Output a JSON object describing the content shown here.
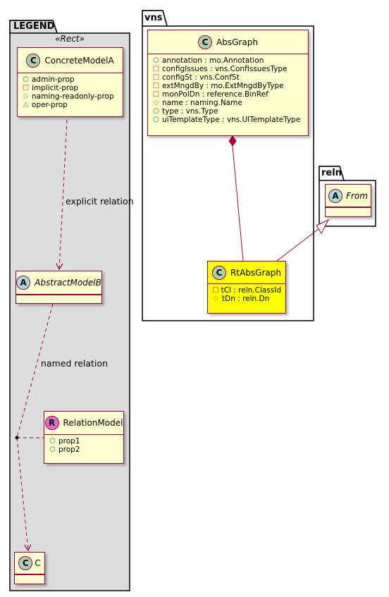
{
  "packages": {
    "legend": {
      "name": "LEGEND",
      "stereotype": "«Rect»"
    },
    "vns": {
      "name": "vns"
    },
    "reln": {
      "name": "reln"
    }
  },
  "classes": {
    "concrete_model_a": {
      "badge": "C",
      "badge_color": "#add1b2",
      "name": "ConcreteModelA",
      "attributes": [
        {
          "vis": "+",
          "text": "admin-prop"
        },
        {
          "vis": "-",
          "text": "implicit-prop"
        },
        {
          "vis": "#",
          "text": "naming-readonly-prop"
        },
        {
          "vis": "~",
          "text": "oper-prop"
        }
      ]
    },
    "abstract_model_b": {
      "badge": "A",
      "badge_color": "#a9dcdf",
      "name": "AbstractModelB"
    },
    "relation_model": {
      "badge": "R",
      "badge_color": "#da70d6",
      "name": "RelationModel",
      "attributes": [
        {
          "vis": "+",
          "text": "prop1"
        },
        {
          "vis": "+",
          "text": "prop2"
        }
      ]
    },
    "c": {
      "badge": "C",
      "badge_color": "#add1b2",
      "name": "C"
    },
    "abs_graph": {
      "badge": "C",
      "badge_color": "#add1b2",
      "name": "AbsGraph",
      "attributes": [
        {
          "vis": "+",
          "text": "annotation : mo.Annotation"
        },
        {
          "vis": "-",
          "text": "configIssues : vns.ConfIssuesType"
        },
        {
          "vis": "-",
          "text": "configSt : vns.ConfSt"
        },
        {
          "vis": "-",
          "text": "extMngdBy : mo.ExtMngdByType"
        },
        {
          "vis": "-",
          "text": "monPolDn : reference.BinRef"
        },
        {
          "vis": "#",
          "text": "name : naming.Name"
        },
        {
          "vis": "+",
          "text": "type : vns.Type"
        },
        {
          "vis": "+",
          "text": "uiTemplateType : vns.UITemplateType"
        }
      ]
    },
    "from": {
      "badge": "A",
      "badge_color": "#a9dcdf",
      "name": "From"
    },
    "rt_abs_graph": {
      "badge": "C",
      "badge_color": "#add1b2",
      "name": "RtAbsGraph",
      "attributes": [
        {
          "vis": "-",
          "text": "tCl : reln.ClassId"
        },
        {
          "vis": "#",
          "text": "tDn : reln.Dn"
        }
      ]
    }
  },
  "relations": {
    "explicit": "explicit relation",
    "named": "named relation"
  },
  "colors": {
    "border": "#a80036",
    "class_fill": "#fefece",
    "highlight_fill": "#ffff00",
    "legend_fill": "#dddddd"
  }
}
